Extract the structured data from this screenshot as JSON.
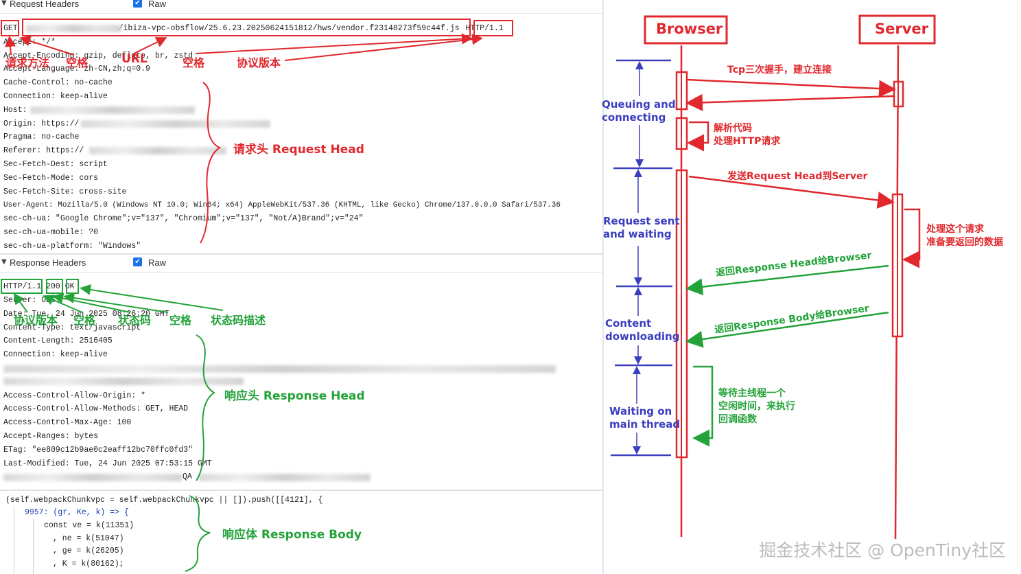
{
  "request_section": {
    "toggle_icon": "triangle-down-icon",
    "title": "Request Headers",
    "raw_label": "Raw",
    "request_line": {
      "method": "GET",
      "url_suffix": "/ibiza-vpc-obsflow/25.6.23.20250624151812/hws/vendor.f23148273f59c44f.js",
      "version": "HTTP/1.1"
    },
    "headers": [
      "Accept: */*",
      "Accept-Encoding: gzip, deflate, br, zstd",
      "Accept-Language: zh-CN,zh;q=0.9",
      "Cache-Control: no-cache",
      "Connection: keep-alive",
      "Host:",
      "Origin: https://",
      "Pragma: no-cache",
      "Referer: https://",
      "Sec-Fetch-Dest: script",
      "Sec-Fetch-Mode: cors",
      "Sec-Fetch-Site: cross-site",
      "User-Agent: Mozilla/5.0 (Windows NT 10.0; Win64; x64) AppleWebKit/537.36 (KHTML, like Gecko) Chrome/137.0.0.0 Safari/537.36",
      "sec-ch-ua: \"Google Chrome\";v=\"137\", \"Chromium\";v=\"137\", \"Not/A)Brand\";v=\"24\"",
      "sec-ch-ua-mobile: ?0",
      "sec-ch-ua-platform: \"Windows\""
    ]
  },
  "response_section": {
    "toggle_icon": "triangle-down-icon",
    "title": "Response Headers",
    "raw_label": "Raw",
    "status_line": {
      "version": "HTTP/1.1",
      "code": "200",
      "text": "OK"
    },
    "headers": [
      "Server: OBS",
      "Date: Tue, 24 Jun 2025 08:26:20 GMT",
      "Content-Type: text/javascript",
      "Content-Length: 2516405",
      "Connection: keep-alive",
      "Access-Control-Allow-Origin: *",
      "Access-Control-Allow-Methods: GET, HEAD",
      "Access-Control-Max-Age: 100",
      "Accept-Ranges: bytes",
      "ETag: \"ee809c12b9ae0c2eaff12bc70ffc0fd3\"",
      "Last-Modified: Tue, 24 Jun 2025 07:53:15 GMT",
      "QA"
    ]
  },
  "body_section": {
    "lines": [
      "(self.webpackChunkvpc = self.webpackChunkvpc || []).push([[4121], {",
      "9957: (gr, Ke, k) => {",
      "const ve = k(11351)",
      ", ne = k(51047)",
      ", ge = k(26205)",
      ", K = k(80162);"
    ]
  },
  "annotations": {
    "req_method": "请求方法",
    "req_space1": "空格",
    "req_url": "URL",
    "req_space2": "空格",
    "req_version": "协议版本",
    "req_head": "请求头 Request Head",
    "res_version": "协议版本",
    "res_space1": "空格",
    "res_status_code": "状态码",
    "res_space2": "空格",
    "res_status_text": "状态码描述",
    "res_head": "响应头 Response Head",
    "res_body": "响应体 Response Body"
  },
  "diagram": {
    "browser_label": "Browser",
    "server_label": "Server",
    "phase_queuing": [
      "Queuing and",
      "connecting"
    ],
    "phase_request": [
      "Request sent",
      "and waiting"
    ],
    "phase_content": [
      "Content",
      "downloading"
    ],
    "phase_waiting": [
      "Waiting on",
      "main thread"
    ],
    "msg_tcp": "Tcp三次握手，建立连接",
    "msg_parse": [
      "解析代码",
      "处理HTTP请求"
    ],
    "msg_send_head": "发送Request Head到Server",
    "msg_process": [
      "处理这个请求",
      "准备要返回的数据"
    ],
    "msg_resp_head": "返回Response Head给Browser",
    "msg_resp_body": "返回Response Body给Browser",
    "msg_wait": [
      "等待主线程一个",
      "空闲时间，来执行",
      "回调函数"
    ],
    "colors": {
      "red": "#e0282d",
      "green": "#24a33a",
      "blue": "#3b3fbf"
    }
  },
  "watermark": "掘金技术社区 @ OpenTiny社区"
}
